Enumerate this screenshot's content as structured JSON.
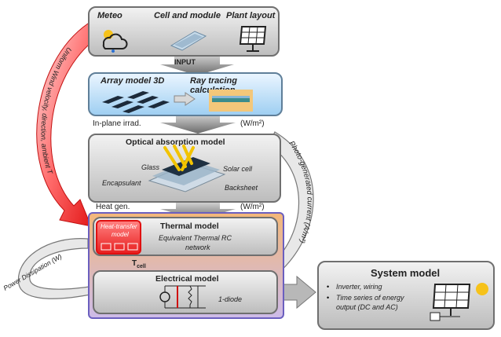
{
  "input_box": {
    "meteo": "Meteo",
    "cell_module": "Cell and module",
    "plant_layout": "Plant layout",
    "input_label": "INPUT"
  },
  "array_box": {
    "array_model": "Array model 3D",
    "ray_tracing": "Ray tracing calculation"
  },
  "flow_labels": {
    "inplane": "In-plane irrad.",
    "wm2_top": "(W/m²)",
    "heatgen": "Heat gen.",
    "wm2_mid": "(W/m²)",
    "tcell_t": "T",
    "tcell_sub": "cell"
  },
  "optical_box": {
    "title": "Optical absorption model",
    "glass": "Glass",
    "solar_cell": "Solar cell",
    "encapsulant": "Encapsulant",
    "backsheet": "Backsheet"
  },
  "thermal_box": {
    "heat_transfer_1": "Heat-transfer",
    "heat_transfer_2": "model",
    "title": "Thermal model",
    "equiv_1": "Equivalent Thermal RC",
    "equiv_2": "network"
  },
  "electrical_box": {
    "title": "Electrical model",
    "diode": "1-diode"
  },
  "system_box": {
    "title": "System model",
    "bullet1": "Inverter, wiring",
    "bullet2a": "Time series of energy",
    "bullet2b": "output (DC and AC)"
  },
  "curved_labels": {
    "wind": "Uniform Wind velocity, direction, ambient T",
    "photo": "Photo-generated current (A/m²)",
    "power": "Power Dissipation (W)"
  }
}
